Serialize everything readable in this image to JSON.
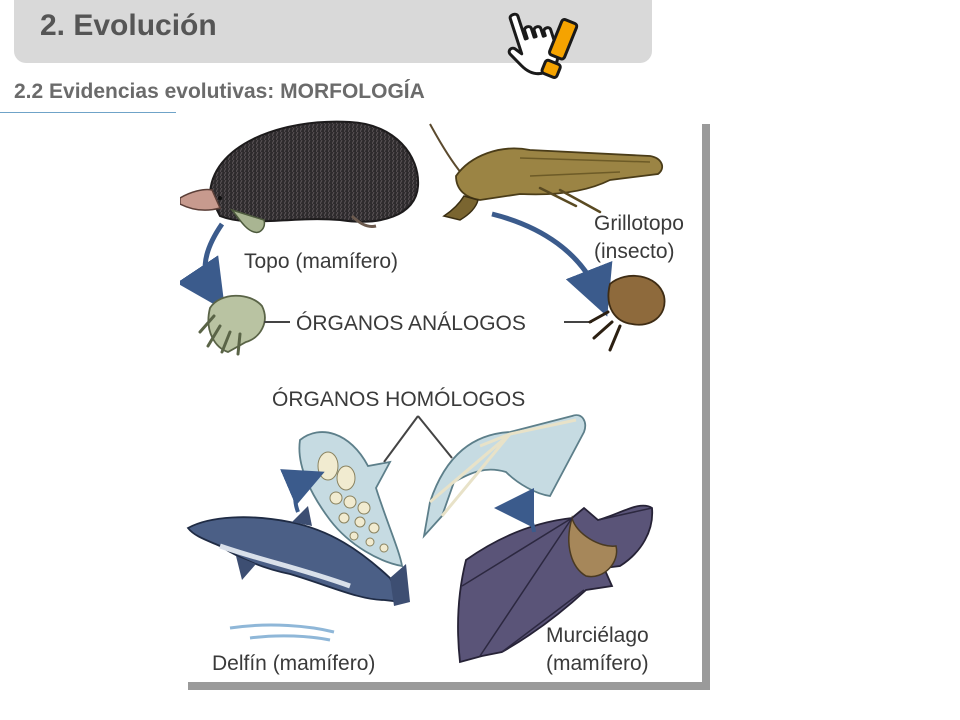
{
  "header": {
    "title": "2. Evolución",
    "subtitle": "2.2 Evidencias evolutivas: MORFOLOGÍA"
  },
  "figure": {
    "labels": {
      "topo": "Topo (mamífero)",
      "grillotopo_1": "Grillotopo",
      "grillotopo_2": "(insecto)",
      "analogos": "ÓRGANOS ANÁLOGOS",
      "homologos": "ÓRGANOS HOMÓLOGOS",
      "delfin": "Delfín (mamífero)",
      "murcielago_1": "Murciélago",
      "murcielago_2": "(mamífero)"
    }
  },
  "colors": {
    "title_bar": "#d9d9d9",
    "title_text": "#555555",
    "subtitle_text": "#6b6b6b",
    "accent": "#f5a300",
    "arrow": "#3b5b8c"
  }
}
